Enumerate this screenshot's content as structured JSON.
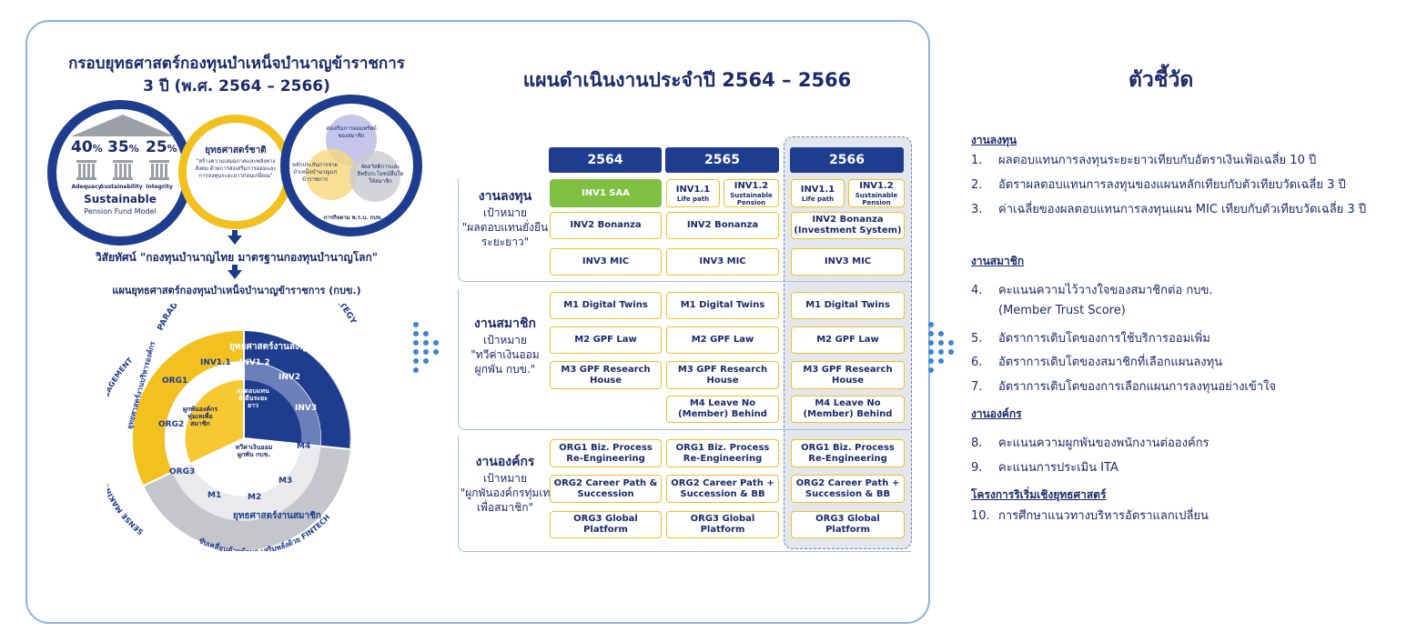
{
  "left": {
    "title_line1": "กรอบยุทธศาสตร์กองทุนบำเหน็จบำนาญข้าราชการ",
    "title_line2": "3 ปี (พ.ศ. 2564 – 2566)",
    "pillars": [
      {
        "pct": "40",
        "label": "Adequacy"
      },
      {
        "pct": "35",
        "label": "Sustainability"
      },
      {
        "pct": "25",
        "label": "Integrity"
      }
    ],
    "pct_sign": "%",
    "model_title": "Sustainable",
    "model_sub": "Pension Fund Model",
    "national_title": "ยุทธศาสตร์ชาติ",
    "national_text": "\"สร้างความเสมอภาคและพลังทางสังคม ด้วยการส่งเสริมการออมและการลงทุนระยะยาวก่อนเกษียณ\"",
    "venn": [
      "ส่งเสริมการออมทรัพย์ของสมาชิก",
      "หลักประกันการจ่ายบำเหน็จบำนาญแก่ข้าราชการ",
      "จัดสวัสดิการและสิทธิประโยชน์อื่นใดให้สมาชิก"
    ],
    "venn_caption": "ภารกิจตาม พ.ร.บ. กบข.",
    "vision": "วิสัยทัศน์ \"กองทุนบำนาญไทย มาตรฐานกองทุนบำนาญโลก\"",
    "plan": "แผนยุทธศาสตร์กองทุนบำเหน็จบำนาญข้าราชการ (กบข.)",
    "wheel": {
      "top_arc": "PARADIGM SHIFT ENHANCE & SELECTIVE STRATEGY",
      "left_arc": "SENSE MAKING PURPOSE-BASED ENGAGEMENT",
      "bottom_arc": "ขับเคลื่อนด้วยข้อมูล เสริมพลังด้วย FINTECH",
      "inv_title": "ยุทธศาสตร์งานลงทุน",
      "mem_title": "ยุทธศาสตร์งานสมาชิก",
      "org_title": "ยุทธศาสตร์งานบริหารองค์กร",
      "inv_segments": [
        "INV1.1",
        "INV1.2",
        "INV2",
        "INV3"
      ],
      "mem_segments": [
        "M1",
        "M2",
        "M3",
        "M4"
      ],
      "org_segments": [
        "ORG1",
        "ORG2",
        "ORG3"
      ],
      "center_inv": "ผลตอบแทนยั่งยืนระยะยาว",
      "center_mem": "ทวีค่าเงินออมผูกพัน กบข.",
      "center_org": "ผูกพันองค์กรทุ่มเทเพื่อสมาชิก"
    }
  },
  "plan": {
    "title": "แผนดำเนินงานประจำปี 2564 – 2566",
    "years": [
      "2564",
      "2565",
      "2566"
    ],
    "rows": [
      {
        "name": "งานลงทุน",
        "goal_label": "เป้าหมาย",
        "goal": "\"ผลตอบแทนยั่งยืนระยะยาว\""
      },
      {
        "name": "งานสมาชิก",
        "goal_label": "เป้าหมาย",
        "goal": "\"ทวีค่าเงินออมผูกพัน กบข.\""
      },
      {
        "name": "งานองค์กร",
        "goal_label": "เป้าหมาย",
        "goal": "\"ผูกพันองค์กรทุ่มเทเพื่อสมาชิก\""
      }
    ],
    "cells": {
      "inv1_saa": "INV1 SAA",
      "inv11": "INV1.1",
      "inv11_sub": "Life path",
      "inv12": "INV1.2",
      "inv12_sub": "Sustainable Pension",
      "inv2": "INV2 Bonanza",
      "inv2_66a": "INV2 Bonanza",
      "inv2_66b": "(Investment System)",
      "inv3": "INV3 MIC",
      "m1": "M1 Digital Twins",
      "m2": "M2 GPF Law",
      "m3a": "M3 GPF Research",
      "m3b": "House",
      "m4a": "M4 Leave No",
      "m4b": "(Member) Behind",
      "org1a": "ORG1 Biz. Process",
      "org1b": "Re-Engineering",
      "org2_64a": "ORG2 Career Path &",
      "org2_64b": "Succession",
      "org2a": "ORG2 Career Path +",
      "org2b": "Succession & BB",
      "org3": "ORG3 Global Platform"
    }
  },
  "kpi": {
    "title": "ตัวชี้วัด",
    "sections": [
      {
        "name": "งานลงทุน",
        "items": [
          {
            "n": "1.",
            "text": "ผลตอบแทนการลงทุนระยะยาวเทียบกับอัตราเงินเฟ้อเฉลี่ย 10 ปี"
          },
          {
            "n": "2.",
            "text": "อัตราผลตอบแทนการลงทุนของแผนหลักเทียบกับตัวเทียบวัดเฉลี่ย 3 ปี"
          },
          {
            "n": "3.",
            "text": "ค่าเฉลี่ยของผลตอบแทนการลงทุนแผน MIC เทียบกับตัวเทียบวัดเฉลี่ย 3 ปี"
          }
        ]
      },
      {
        "name": "งานสมาชิก",
        "items": [
          {
            "n": "4.",
            "text": "คะแนนความไว้วางใจของสมาชิกต่อ กบข. (Member Trust Score)"
          },
          {
            "n": "5.",
            "text": "อัตราการเติบโตของการใช้บริการออมเพิ่ม"
          },
          {
            "n": "6.",
            "text": "อัตราการเติบโตของสมาชิกที่เลือกแผนลงทุน"
          },
          {
            "n": "7.",
            "text": "อัตราการเติบโตของการเลือกแผนการลงทุนอย่างเข้าใจ"
          }
        ]
      },
      {
        "name": "งานองค์กร",
        "items": [
          {
            "n": "8.",
            "text": "คะแนนความผูกพันของพนักงานต่อองค์กร"
          },
          {
            "n": "9.",
            "text": "คะแนนการประเมิน ITA"
          }
        ]
      },
      {
        "name": "โครงการริเริ่มเชิงยุทธศาสตร์",
        "items": [
          {
            "n": "10.",
            "text": "การศึกษาแนวทางบริหารอัตราแลกเปลี่ยน"
          }
        ]
      }
    ]
  },
  "colors": {
    "navy": "#1e3d8f",
    "gold": "#f2c01f",
    "green": "#7fc043",
    "gray": "#e3e6ec",
    "accent_blue": "#3a83d6"
  }
}
